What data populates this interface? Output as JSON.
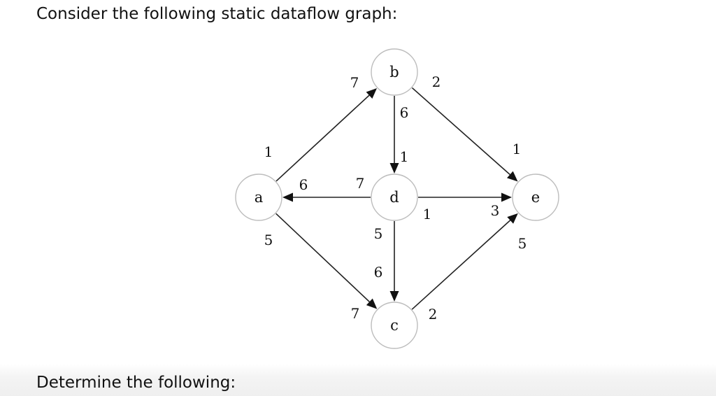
{
  "question": {
    "heading": "Consider the following static dataflow graph:",
    "footer": "Determine the following:"
  },
  "graph": {
    "nodes": [
      {
        "id": "a",
        "label": "a"
      },
      {
        "id": "b",
        "label": "b"
      },
      {
        "id": "c",
        "label": "c"
      },
      {
        "id": "d",
        "label": "d"
      },
      {
        "id": "e",
        "label": "e"
      }
    ],
    "edges": [
      {
        "id": "a-b",
        "from": "a",
        "to": "b",
        "produce": "1",
        "consume": "7"
      },
      {
        "id": "b-e",
        "from": "b",
        "to": "e",
        "produce": "2",
        "consume": "1"
      },
      {
        "id": "b-d",
        "from": "b",
        "to": "d",
        "produce": "6",
        "consume": "1"
      },
      {
        "id": "d-a",
        "from": "d",
        "to": "a",
        "produce": "7",
        "consume": "6"
      },
      {
        "id": "d-e",
        "from": "d",
        "to": "e",
        "produce": "1",
        "consume": "3"
      },
      {
        "id": "a-c",
        "from": "a",
        "to": "c",
        "produce": "5",
        "consume": "7"
      },
      {
        "id": "d-c",
        "from": "d",
        "to": "c",
        "produce": "5",
        "consume": "6"
      },
      {
        "id": "c-e",
        "from": "c",
        "to": "e",
        "produce": "2",
        "consume": "5"
      }
    ]
  }
}
